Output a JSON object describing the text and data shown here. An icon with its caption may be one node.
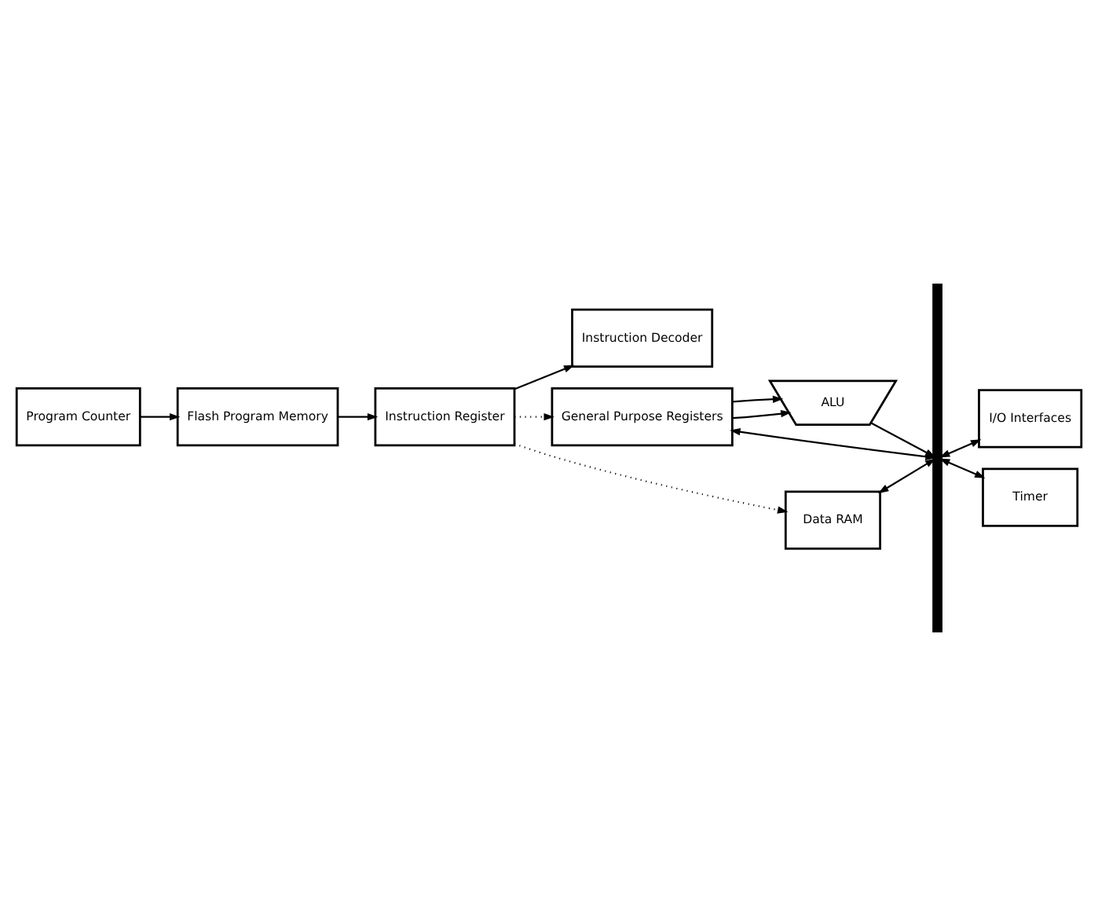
{
  "diagram": {
    "nodes": [
      {
        "text": [
          "Flash Program Memory"
        ]
      },
      {
        "text": [
          "Program Counter"
        ]
      },
      {
        "text": [
          "Instruction Register"
        ]
      },
      {
        "text": [
          "Instruction Decoder"
        ]
      },
      {
        "text": [
          "General Purpose Registers"
        ]
      },
      {
        "text": [
          "ALU"
        ]
      },
      {
        "text": [
          "Data RAM"
        ]
      },
      {
        "text": [],
        "shape": "bar"
      },
      {
        "text": [
          "I/O Interfaces"
        ]
      },
      {
        "text": [
          "Timer"
        ]
      }
    ],
    "edges": [
      {
        "from": 1,
        "to": 0,
        "arrow": "to"
      },
      {
        "from": 0,
        "to": 2,
        "arrow": "to"
      },
      {
        "from": 2,
        "to": 3,
        "arrow": "to"
      },
      {
        "from": 2,
        "to": 4,
        "arrow": "to",
        "style": "dashed"
      },
      {
        "from": 2,
        "to": 6,
        "arrow": "to",
        "style": "dashed"
      },
      {
        "from": 4,
        "to": 7,
        "arrow": "both"
      },
      {
        "from": 4,
        "to": 5,
        "arrow": "to"
      },
      {
        "from": 4,
        "to": 5,
        "arrow": "to"
      },
      {
        "from": 5,
        "to": 7,
        "arrow": "to"
      },
      {
        "from": 6,
        "to": 7,
        "arrow": "both"
      },
      {
        "from": 7,
        "to": 8,
        "arrow": "both"
      },
      {
        "from": 7,
        "to": 9,
        "arrow": "both"
      }
    ]
  }
}
